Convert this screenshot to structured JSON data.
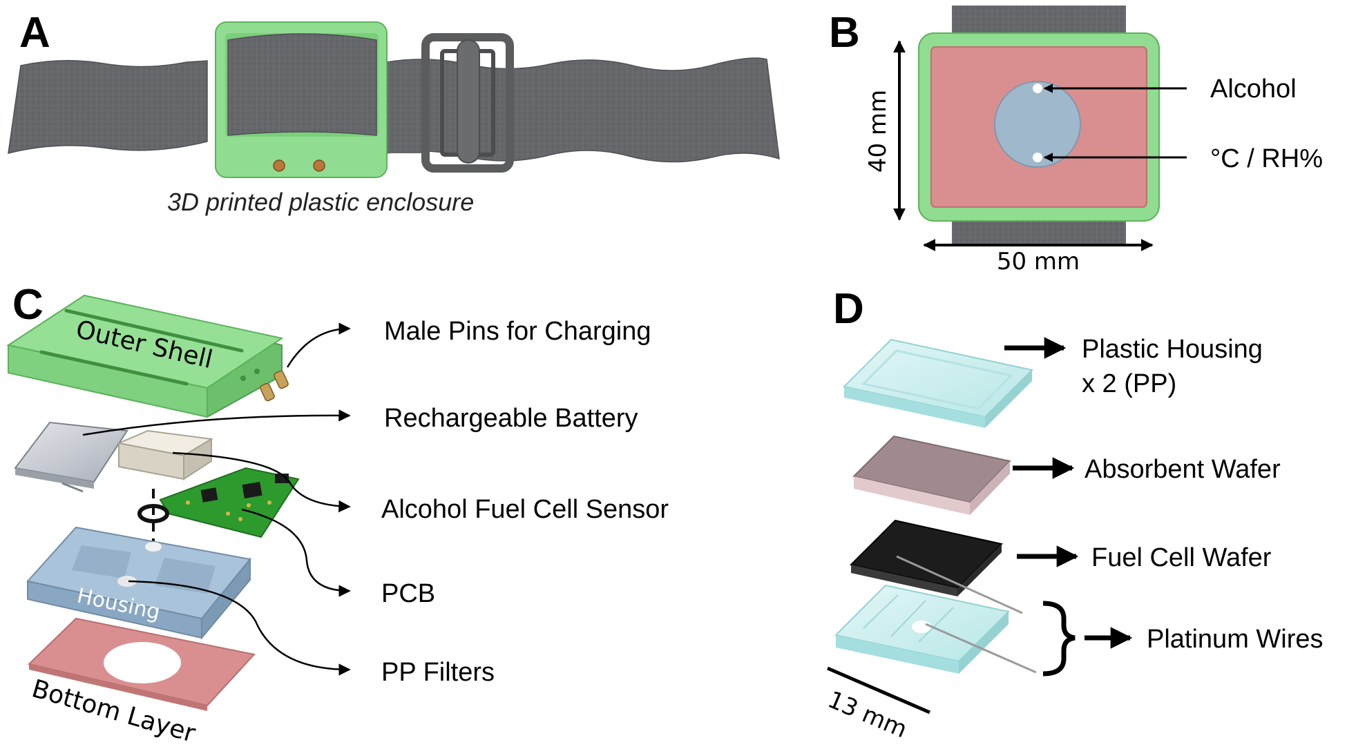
{
  "panels": {
    "a": {
      "letter": "A",
      "caption": "3D printed plastic enclosure"
    },
    "b": {
      "letter": "B",
      "label_alcohol": "Alcohol",
      "label_temp_rh": "°C / RH%",
      "dim_height": "40 mm",
      "dim_width": "50 mm"
    },
    "c": {
      "letter": "C",
      "part_outer_shell": "Outer Shell",
      "part_housing": "Housing",
      "part_bottom_layer": "Bottom Layer",
      "callouts": [
        "Male Pins for Charging",
        "Rechargeable Battery",
        "Alcohol Fuel Cell Sensor",
        "PCB",
        "PP Filters"
      ]
    },
    "d": {
      "letter": "D",
      "callouts": [
        "Plastic Housing",
        "x 2 (PP)",
        "Absorbent Wafer",
        "Fuel Cell Wafer",
        "Platinum Wires"
      ],
      "dim_side": "13 mm"
    }
  },
  "colors": {
    "green_shell": "#8fdc8f",
    "green_shell_dark": "#6cc06c",
    "strap_gray": "#66686c",
    "buckle_gray": "#5b5d5f",
    "pink_bottom": "#d98f8f",
    "blue_housing": "#9bb6cf",
    "sensor_disk": "#9fb8cc",
    "pcb_green": "#2d9a2d",
    "battery_silver": "#c4c8cf",
    "pp_cyan": "#c6ecec",
    "absorbent_mauve": "#a08a8e",
    "fuelcell_black": "#1c1c1c"
  }
}
